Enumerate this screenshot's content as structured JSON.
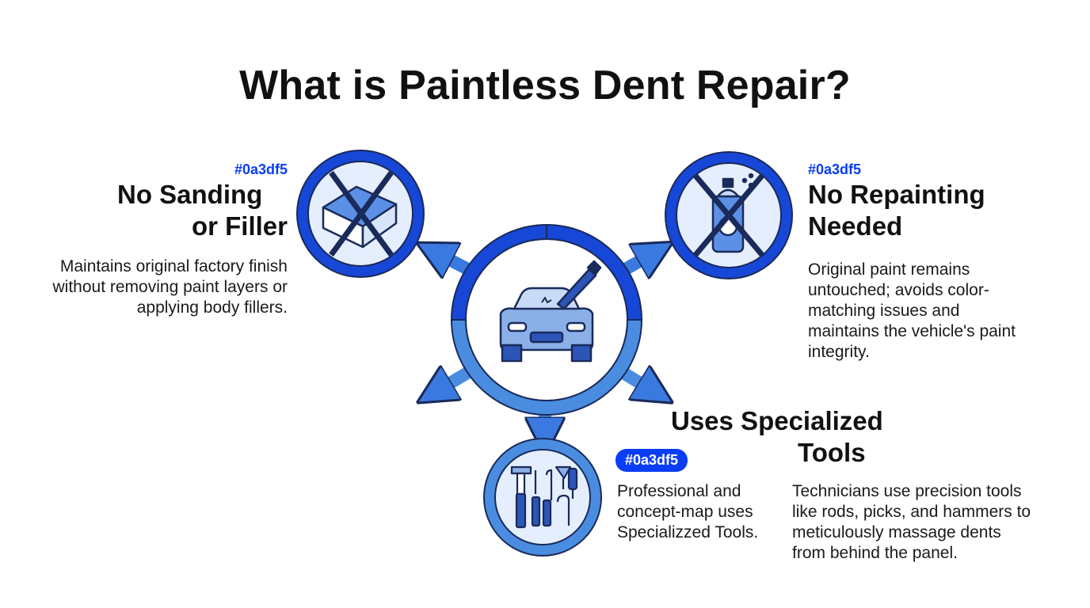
{
  "title": "What is Paintless Dent Repair?",
  "colors": {
    "accent": "#0a3df5",
    "ring_dark": "#1747d6",
    "ring_light": "#4a8de0",
    "circle_fill": "#e4eefc",
    "outline": "#1a2a5a",
    "text": "#111111"
  },
  "hub": {
    "icon": "car-with-dent-tool-icon"
  },
  "nodes": {
    "no_sanding": {
      "hex": "#0a3df5",
      "heading_line1": "No Sanding",
      "heading_line2": "or Filler",
      "body_lines": [
        "Maintains original factory finish",
        "without removing paint layers or",
        "applying body fillers."
      ],
      "icon": "crossed-out-sanding-block-icon"
    },
    "no_repainting": {
      "hex": "#0a3df5",
      "heading_line1": "No Repainting",
      "heading_line2": "Needed",
      "body_lines": [
        "Original paint remains",
        "untouched; avoids color-",
        "matching issues and",
        "maintains the vehicle's paint",
        "integrity."
      ],
      "icon": "crossed-out-spray-can-icon"
    },
    "specialized_tools": {
      "hex": "#0a3df5",
      "heading_line1": "Uses Specialized",
      "heading_line2": "Tools",
      "side_lines": [
        "Professional and",
        "concept-map uses",
        "Specializzed Tools."
      ],
      "body_lines": [
        "Technicians use precision tools",
        "like rods, picks, and hammers to",
        "meticulously massage dents",
        "from behind the panel."
      ],
      "icon": "dent-repair-tools-icon"
    }
  }
}
